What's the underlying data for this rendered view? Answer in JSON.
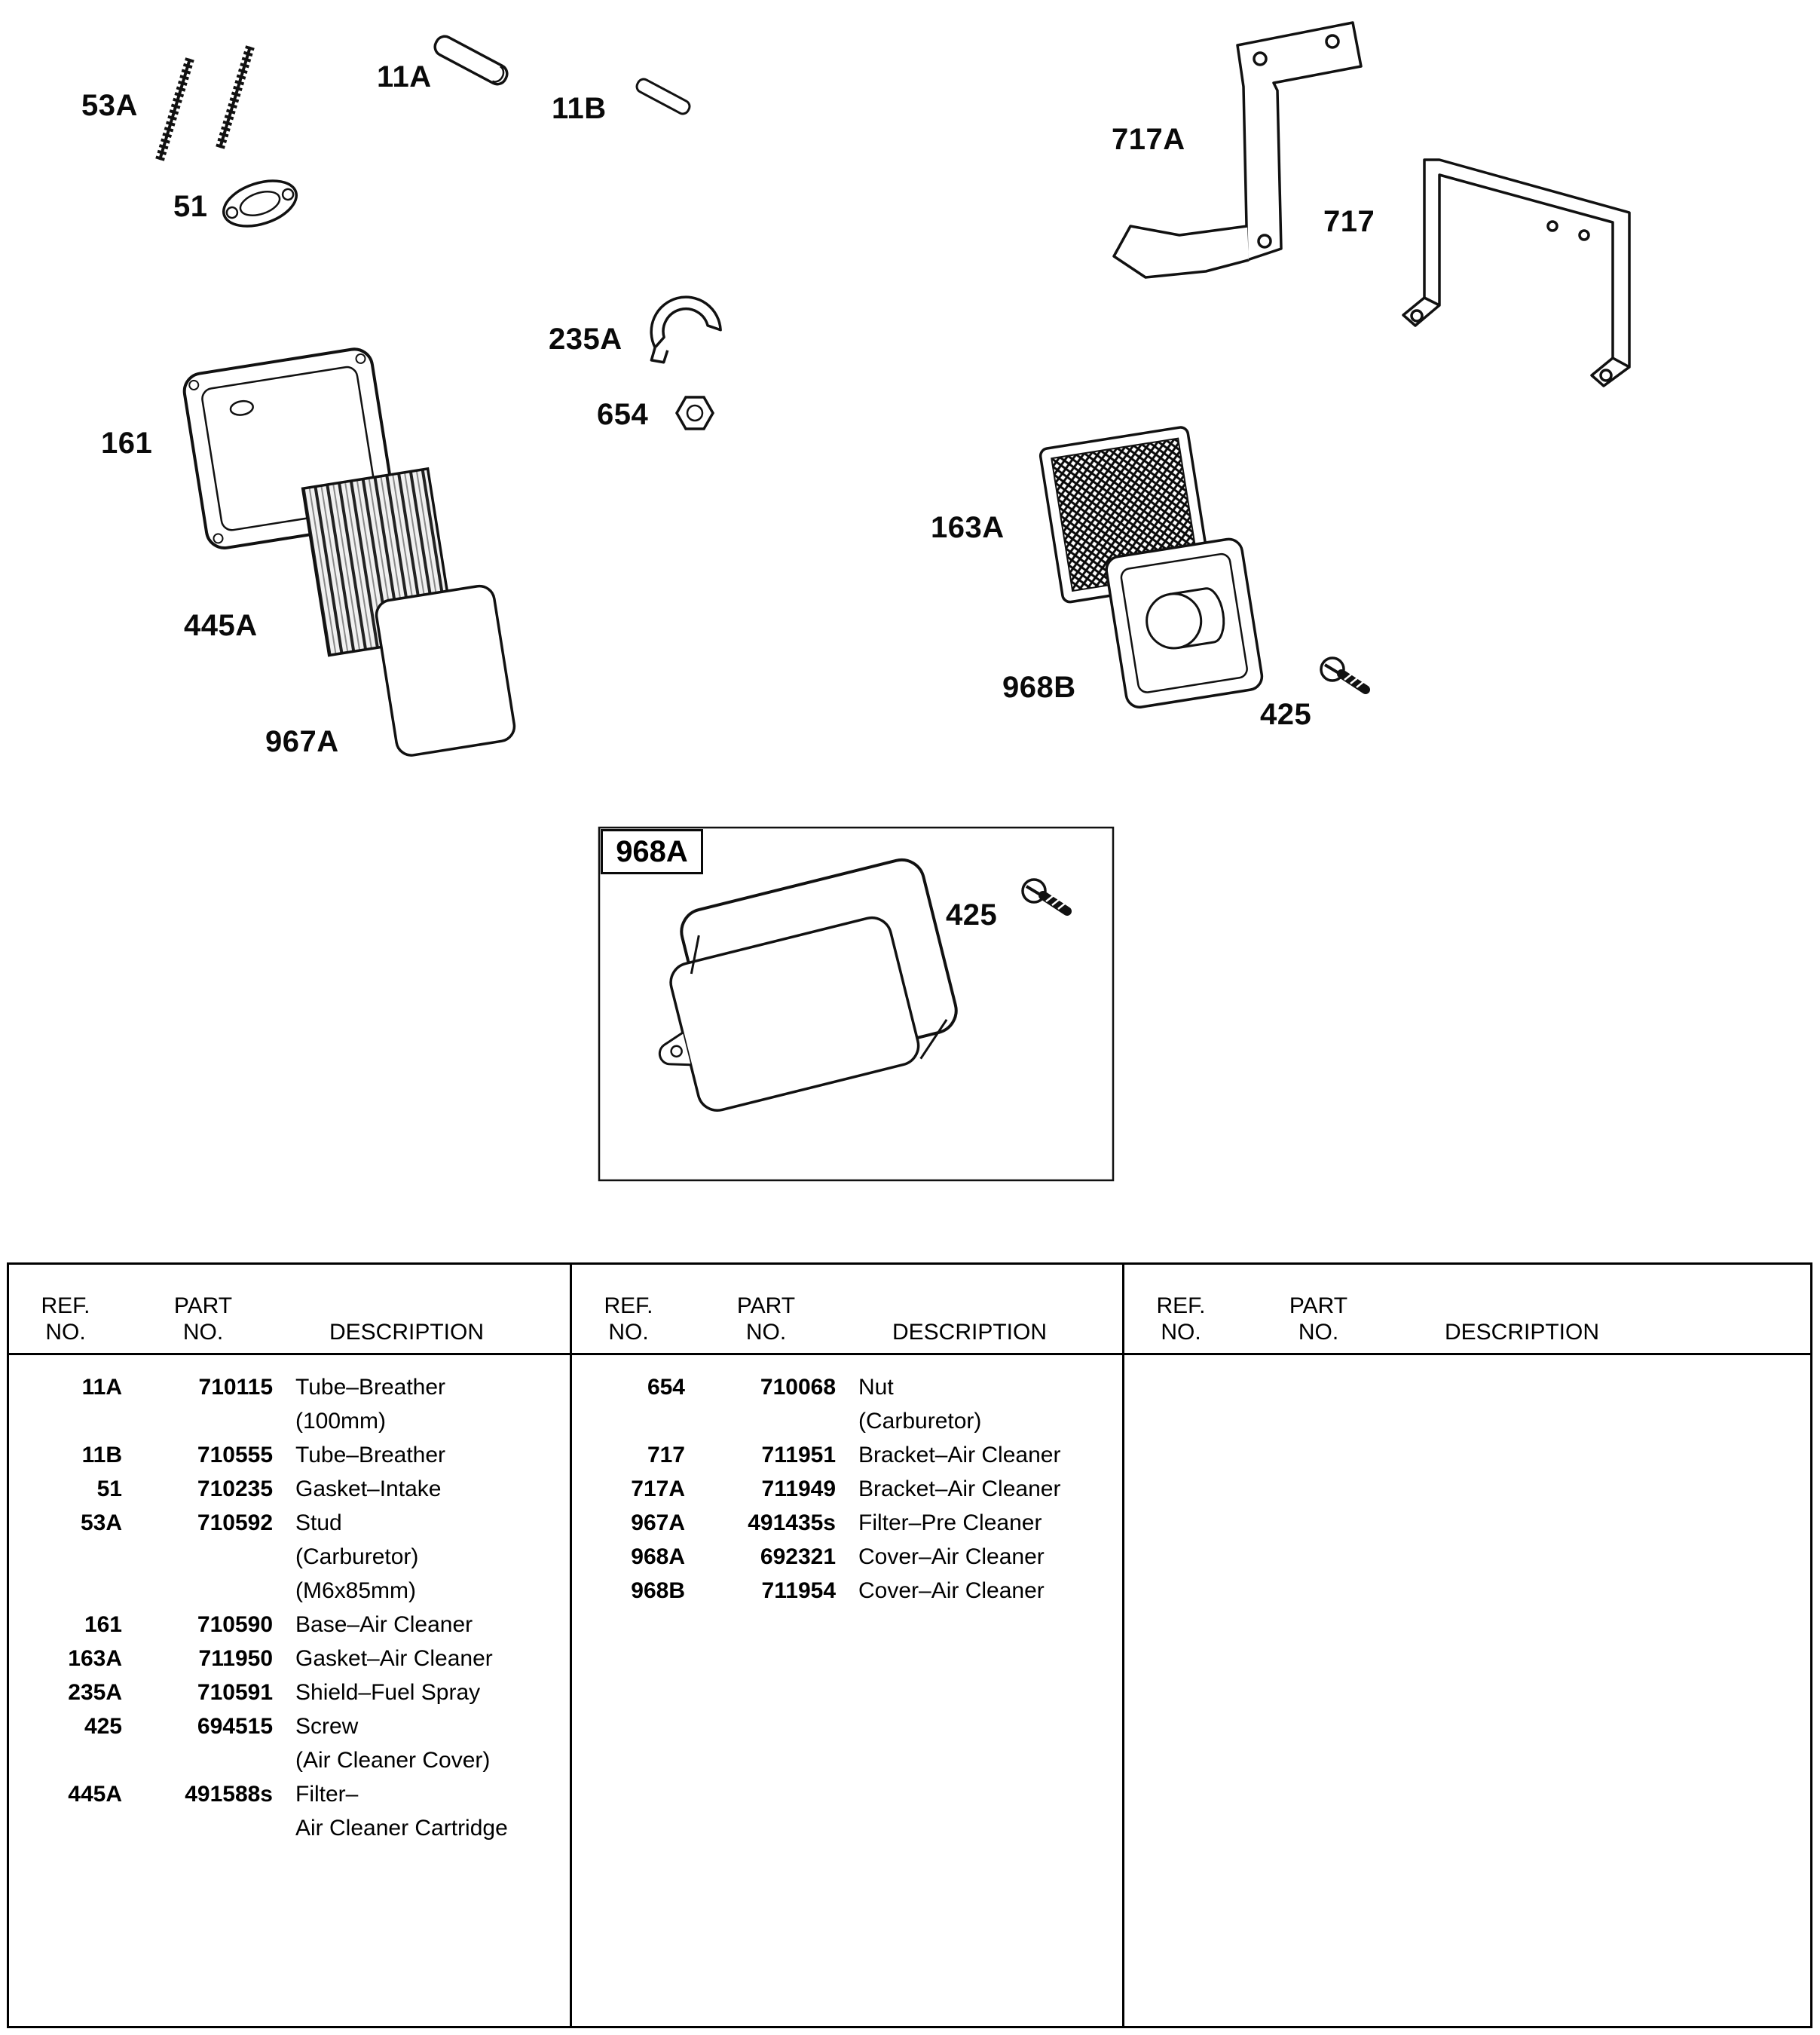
{
  "colors": {
    "background": "#ffffff",
    "line": "#111111",
    "text": "#000000"
  },
  "diagram": {
    "labels": [
      {
        "id": "53A",
        "text": "53A"
      },
      {
        "id": "11A",
        "text": "11A"
      },
      {
        "id": "11B",
        "text": "11B"
      },
      {
        "id": "51",
        "text": "51"
      },
      {
        "id": "717A",
        "text": "717A"
      },
      {
        "id": "717",
        "text": "717"
      },
      {
        "id": "235A",
        "text": "235A"
      },
      {
        "id": "654",
        "text": "654"
      },
      {
        "id": "161",
        "text": "161"
      },
      {
        "id": "163A",
        "text": "163A"
      },
      {
        "id": "445A",
        "text": "445A"
      },
      {
        "id": "968B",
        "text": "968B"
      },
      {
        "id": "425-right",
        "text": "425"
      },
      {
        "id": "967A",
        "text": "967A"
      },
      {
        "id": "968A",
        "text": "968A"
      },
      {
        "id": "425-inset",
        "text": "425"
      }
    ]
  },
  "table": {
    "headers": {
      "ref_top": "REF.",
      "ref_bottom": "NO.",
      "part_top": "PART",
      "part_bottom": "NO.",
      "description": "DESCRIPTION"
    },
    "columns": [
      {
        "rows": [
          {
            "ref": "11A",
            "part": "710115",
            "desc": "Tube–Breather"
          },
          {
            "ref": "",
            "part": "",
            "desc": "(100mm)"
          },
          {
            "ref": "11B",
            "part": "710555",
            "desc": "Tube–Breather"
          },
          {
            "ref": "51",
            "part": "710235",
            "desc": "Gasket–Intake"
          },
          {
            "ref": "53A",
            "part": "710592",
            "desc": "Stud"
          },
          {
            "ref": "",
            "part": "",
            "desc": "(Carburetor)"
          },
          {
            "ref": "",
            "part": "",
            "desc": "(M6x85mm)"
          },
          {
            "ref": "161",
            "part": "710590",
            "desc": "Base–Air Cleaner"
          },
          {
            "ref": "163A",
            "part": "711950",
            "desc": "Gasket–Air Cleaner"
          },
          {
            "ref": "235A",
            "part": "710591",
            "desc": "Shield–Fuel Spray"
          },
          {
            "ref": "425",
            "part": "694515",
            "desc": "Screw"
          },
          {
            "ref": "",
            "part": "",
            "desc": "(Air Cleaner Cover)"
          },
          {
            "ref": "445A",
            "part": "491588s",
            "desc": "Filter–"
          },
          {
            "ref": "",
            "part": "",
            "desc": "Air Cleaner Cartridge"
          }
        ]
      },
      {
        "rows": [
          {
            "ref": "654",
            "part": "710068",
            "desc": "Nut"
          },
          {
            "ref": "",
            "part": "",
            "desc": "(Carburetor)"
          },
          {
            "ref": "717",
            "part": "711951",
            "desc": "Bracket–Air Cleaner"
          },
          {
            "ref": "717A",
            "part": "711949",
            "desc": "Bracket–Air Cleaner"
          },
          {
            "ref": "967A",
            "part": "491435s",
            "desc": "Filter–Pre Cleaner"
          },
          {
            "ref": "968A",
            "part": "692321",
            "desc": "Cover–Air Cleaner"
          },
          {
            "ref": "968B",
            "part": "711954",
            "desc": "Cover–Air Cleaner"
          }
        ]
      },
      {
        "rows": []
      }
    ]
  }
}
